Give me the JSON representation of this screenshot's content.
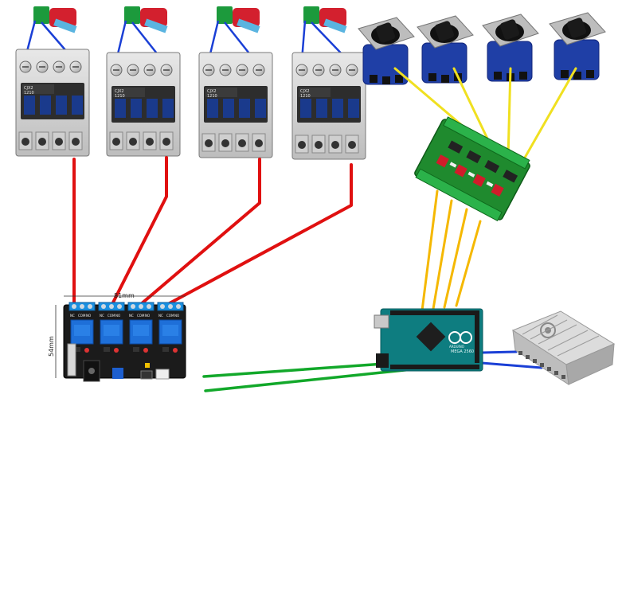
{
  "relay_board": {
    "width_label": "81mm",
    "height_label": "54mm",
    "channels": [
      {
        "terminals": [
          "NC",
          "COM",
          "NO"
        ]
      },
      {
        "terminals": [
          "NC",
          "COM",
          "NO"
        ]
      },
      {
        "terminals": [
          "NC",
          "COM",
          "NO"
        ]
      },
      {
        "terminals": [
          "NC",
          "COM",
          "NO"
        ]
      }
    ]
  },
  "contactors": [
    {
      "model": "CJX2",
      "rating": "1210"
    },
    {
      "model": "CJX2",
      "rating": "1210"
    },
    {
      "model": "CJX2",
      "rating": "1210"
    },
    {
      "model": "CJX2",
      "rating": "1210"
    }
  ],
  "rotary_switches": [
    {},
    {},
    {},
    {}
  ],
  "optocoupler_board": {},
  "arduino": {
    "board_name": "MEGA 2560",
    "brand_text": "ARDUINO"
  },
  "power_supply": {},
  "colors": {
    "contactor_to_relay": "#e01010",
    "switch_to_optocoupler": "#f0e020",
    "optocoupler_to_arduino": "#f5b800",
    "relay_to_arduino": "#12a82a",
    "arduino_to_psu": "#1a3fd6",
    "snubber_leads": "#1a3fd6"
  }
}
